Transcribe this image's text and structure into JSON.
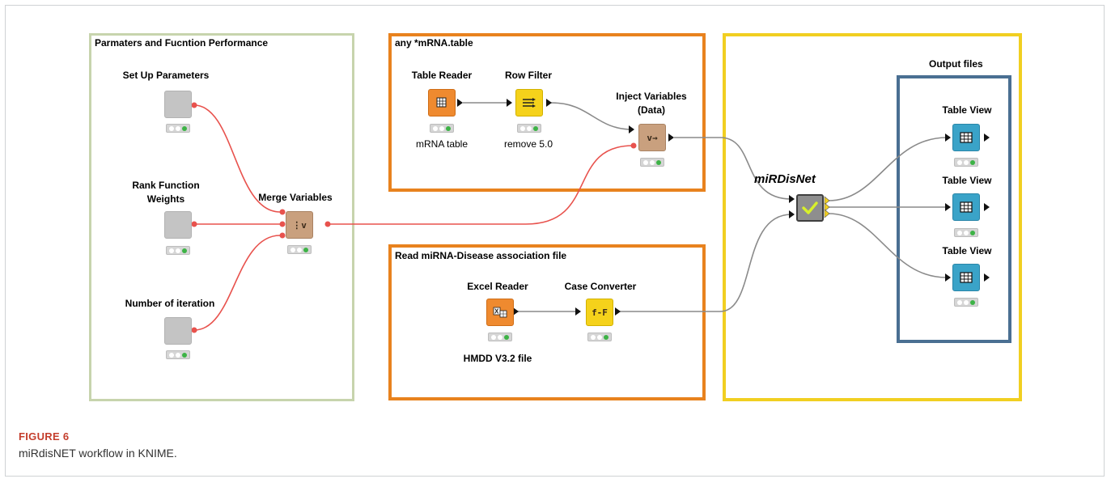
{
  "groups": {
    "params": "Parmaters and Fucntion Performance",
    "mrna": "any *mRNA.table",
    "disease": "Read miRNA-Disease association file",
    "output": "Output files"
  },
  "nodes": {
    "set_up": {
      "label": "Set Up Parameters"
    },
    "rank": {
      "label_line1": "Rank Function",
      "label_line2": "Weights"
    },
    "iter": {
      "label": "Number of iteration"
    },
    "merge": {
      "label": "Merge Variables"
    },
    "table_reader": {
      "label": "Table Reader",
      "sub": "mRNA table"
    },
    "row_filter": {
      "label": "Row Filter",
      "sub": "remove 5.0"
    },
    "inject": {
      "label_line1": "Inject Variables",
      "label_line2": "(Data)"
    },
    "excel_reader": {
      "label": "Excel Reader",
      "sub": "HMDD V3.2 file"
    },
    "case_conv": {
      "label": "Case Converter",
      "icon_text": "f-F"
    },
    "mirdisnet": {
      "label": "miRDisNet"
    },
    "view1": {
      "label": "Table View"
    },
    "view2": {
      "label": "Table View"
    },
    "view3": {
      "label": "Table View"
    }
  },
  "caption": {
    "label": "FIGURE 6",
    "text": "miRdisNET workflow in KNIME."
  },
  "colors": {
    "variable_wire": "#e8524d",
    "data_wire": "#8a8a8a",
    "group_orange": "#e8821e",
    "group_yellow": "#f1cf21",
    "group_green": "#c7d4ad",
    "group_blue": "#4a6f92"
  }
}
